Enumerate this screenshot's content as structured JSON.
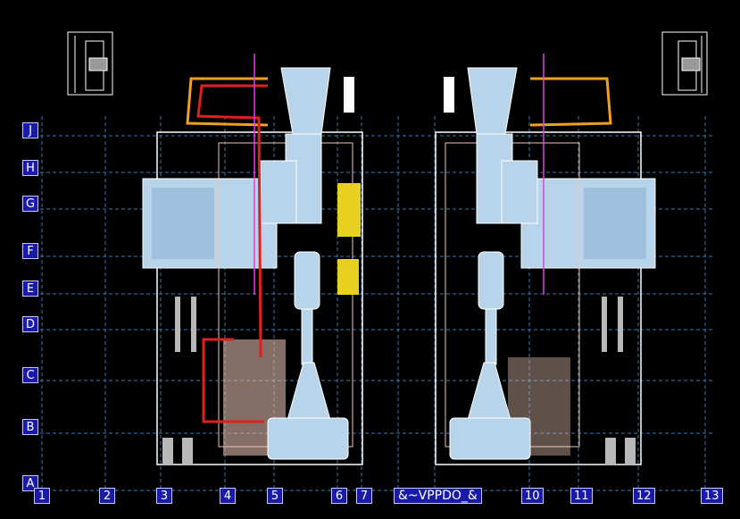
{
  "grid": {
    "rows": [
      "J",
      "H",
      "G",
      "F",
      "E",
      "D",
      "C",
      "B",
      "A"
    ],
    "columns": [
      "1",
      "2",
      "3",
      "4",
      "5",
      "6",
      "7",
      "&~VPPDO_&",
      "10",
      "11",
      "12",
      "13"
    ]
  },
  "colors": {
    "background": "#000000",
    "gridline": "#3a78b0",
    "label_fill": "#1a1aa8",
    "equipment": "#b8d4ea",
    "structure": "#ffffff",
    "pipe_orange": "#f0a020",
    "pipe_red": "#e02020",
    "pipe_magenta": "#e040e0",
    "panel_yellow": "#e8d020",
    "piping_beige": "#f0c8b8"
  }
}
